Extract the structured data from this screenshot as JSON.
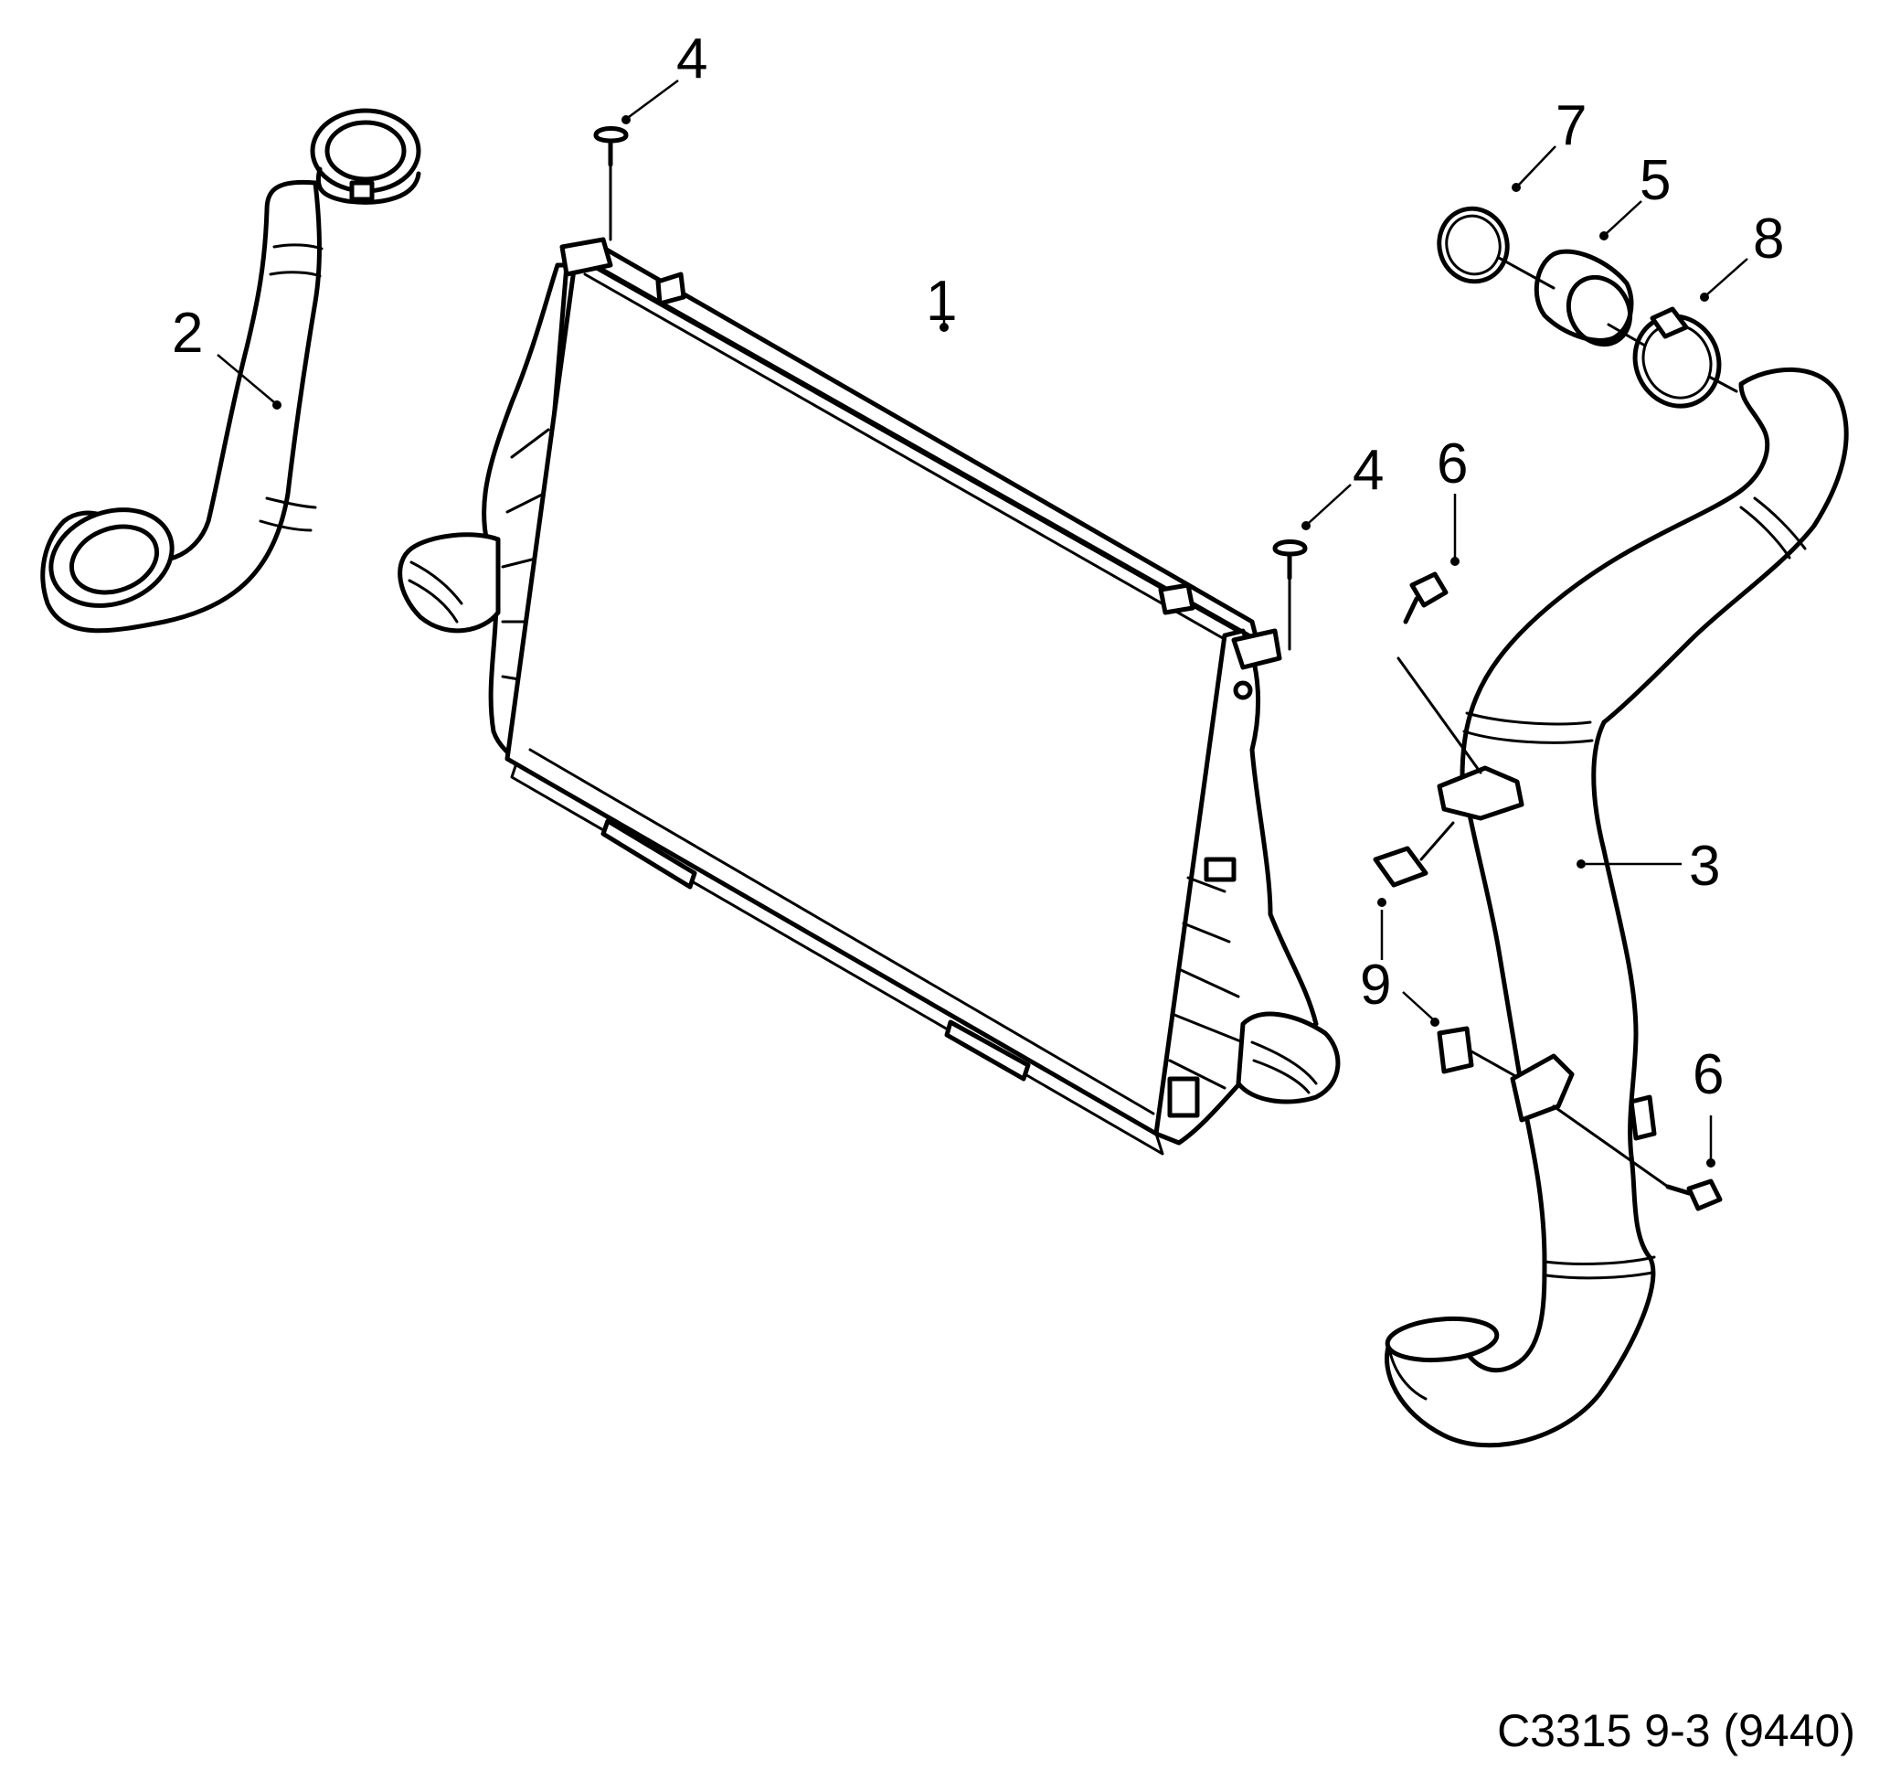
{
  "diagram": {
    "caption": "C3315 9-3 (9440)",
    "callouts": [
      {
        "id": "c1",
        "label": "1"
      },
      {
        "id": "c2",
        "label": "2"
      },
      {
        "id": "c3",
        "label": "3"
      },
      {
        "id": "c4a",
        "label": "4"
      },
      {
        "id": "c4b",
        "label": "4"
      },
      {
        "id": "c5",
        "label": "5"
      },
      {
        "id": "c6a",
        "label": "6"
      },
      {
        "id": "c6b",
        "label": "6"
      },
      {
        "id": "c7",
        "label": "7"
      },
      {
        "id": "c8",
        "label": "8"
      },
      {
        "id": "c9",
        "label": "9"
      }
    ]
  }
}
